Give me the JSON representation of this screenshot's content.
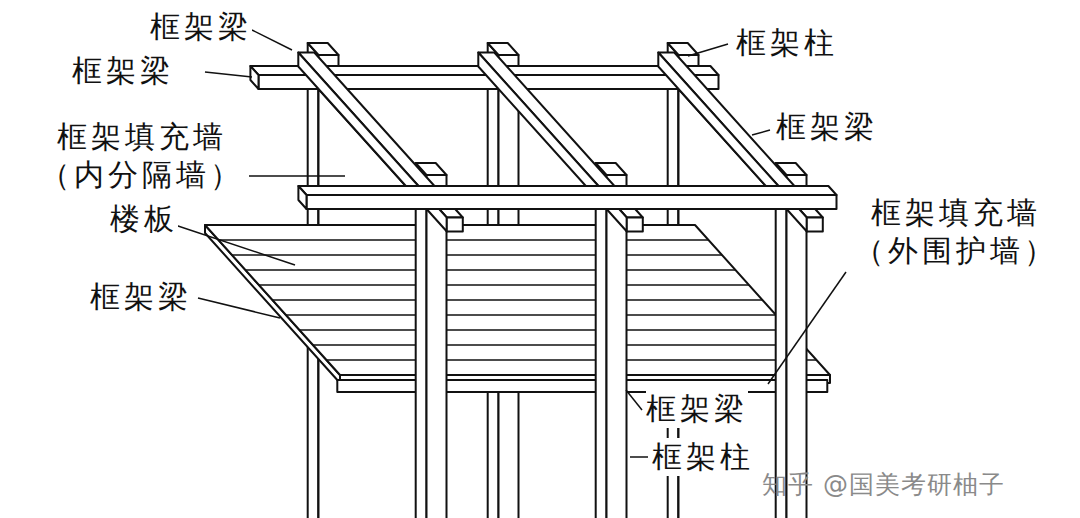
{
  "diagram": {
    "labels": [
      "框架梁",
      "框架梁",
      "框架填充墙 （内分隔墙）",
      "楼板",
      "框架梁",
      "框架柱",
      "框架梁",
      "框架填充墙 （外围护墙）",
      "框架梁",
      "框架柱",
      "知乎 @国美考研柚子"
    ]
  }
}
